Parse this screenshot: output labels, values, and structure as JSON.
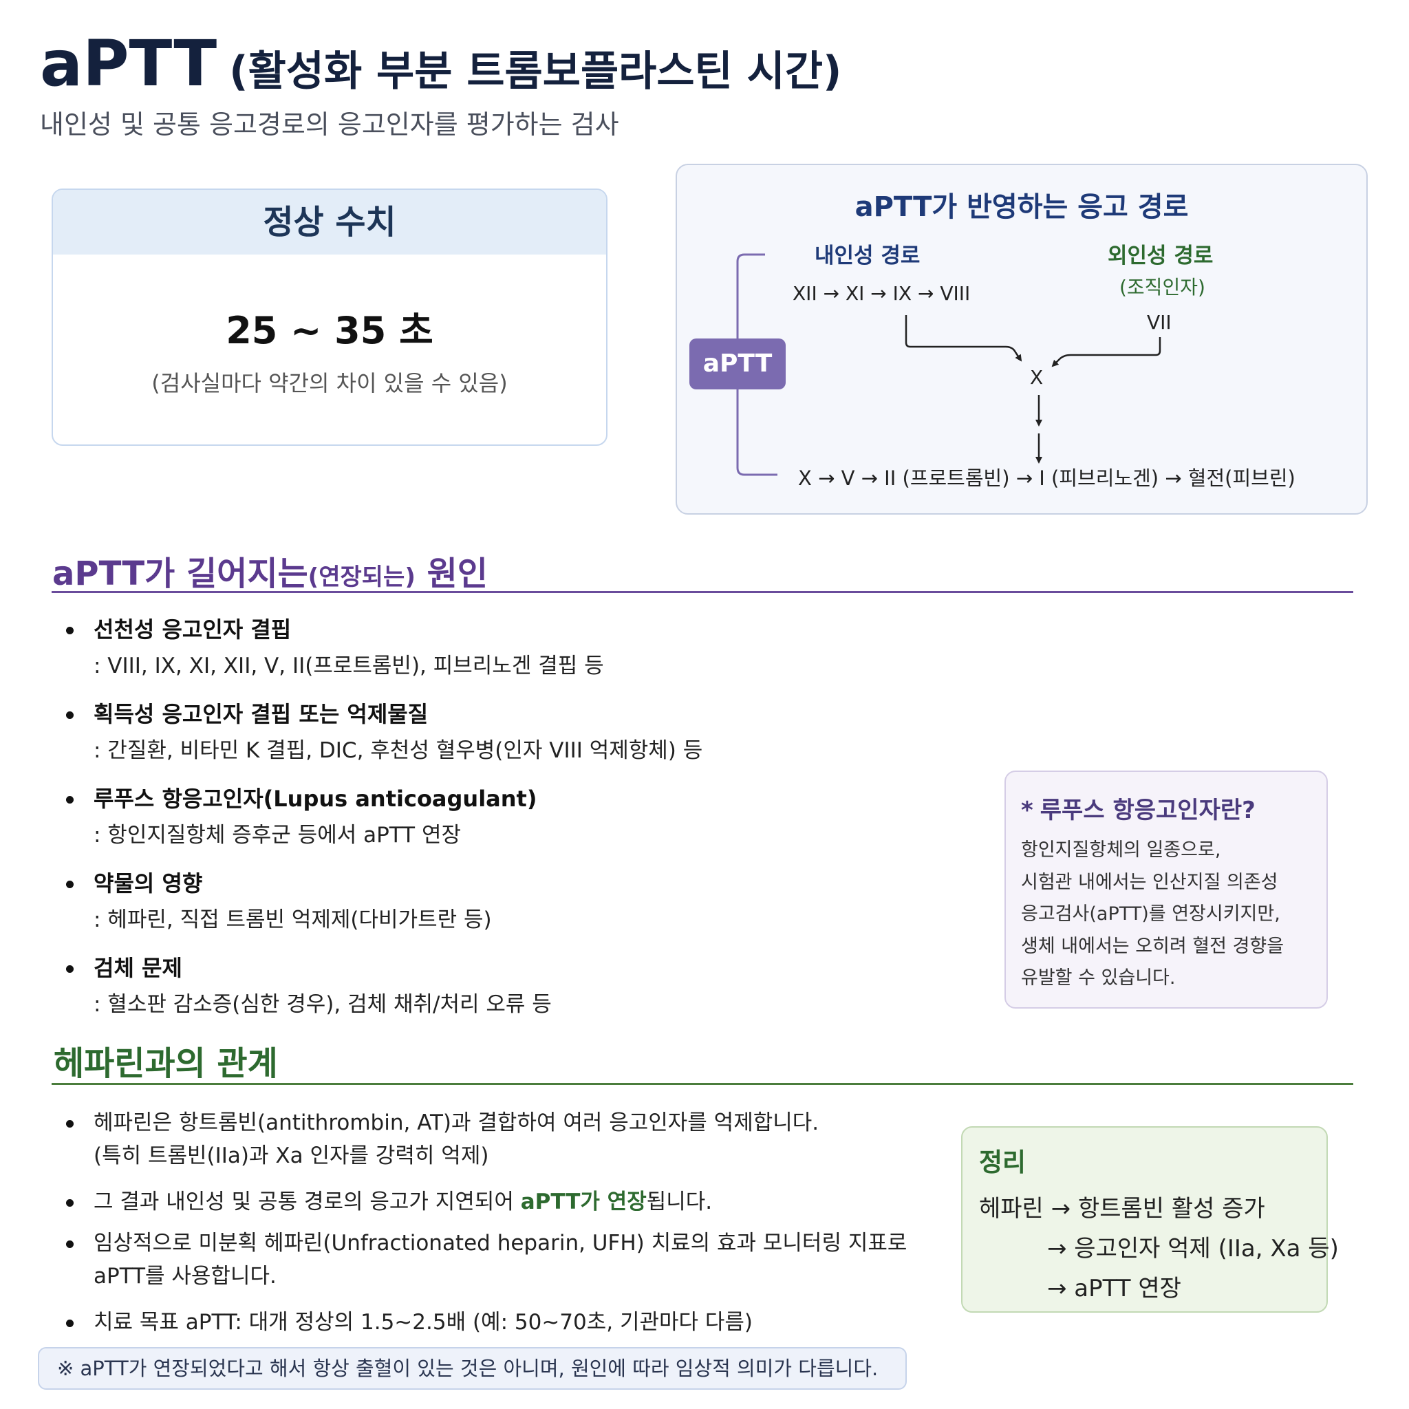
{
  "header": {
    "title_main": "aPTT",
    "title_sub": "(활성화 부분 트롬보플라스틴 시간)",
    "subtitle": "내인성 및 공통 응고경로의 응고인자를 평가하는 검사"
  },
  "normal_range": {
    "title": "정상 수치",
    "value": "25 ~ 35 초",
    "note": "(검사실마다 약간의 차이 있을 수 있음)"
  },
  "pathway": {
    "title": "aPTT가 반영하는 응고 경로",
    "intrinsic_label": "내인성 경로",
    "extrinsic_label": "외인성 경로",
    "extrinsic_sub": "(조직인자)",
    "intrinsic_chain": "XII → XI → IX → VIII",
    "extrinsic_factor": "VII",
    "convergence": "X",
    "common_chain": "X  → V → II (프로트롬빈)  → I (피브리노겐)  →  혈전(피브린)",
    "badge": "aPTT",
    "colors": {
      "intrinsic": "#1e3a78",
      "extrinsic": "#2d6a2f",
      "badge": "#7b6bb0"
    }
  },
  "causes": {
    "title_main": "aPTT가 길어지는",
    "title_paren": "(연장되는)",
    "title_end": "원인",
    "items": [
      {
        "heading": "선천성 응고인자 결핍",
        "detail": ": VIII, IX, XI, XII, V, II(프로트롬빈), 피브리노겐 결핍 등"
      },
      {
        "heading": "획득성 응고인자 결핍 또는 억제물질",
        "detail": ": 간질환, 비타민 K 결핍, DIC, 후천성 혈우병(인자 VIII 억제항체) 등"
      },
      {
        "heading": "루푸스 항응고인자(Lupus anticoagulant)",
        "detail": ": 항인지질항체 증후군 등에서 aPTT 연장"
      },
      {
        "heading": "약물의 영향",
        "detail": ": 헤파린, 직접 트롬빈 억제제(다비가트란 등)"
      },
      {
        "heading": "검체 문제",
        "detail": ": 혈소판 감소증(심한 경우), 검체 채취/처리 오류 등"
      }
    ]
  },
  "lupus_box": {
    "title": "루푸스 항응고인자란?",
    "lines": [
      "항인지질항체의 일종으로,",
      "시험관 내에서는 인산지질 의존성",
      "응고검사(aPTT)를 연장시키지만,",
      "생체 내에서는 오히려 혈전 경향을",
      "유발할 수 있습니다."
    ]
  },
  "heparin": {
    "title": "헤파린과의 관계",
    "item1_line1": "헤파린은 항트롬빈(antithrombin, AT)과 결합하여 여러 응고인자를 억제합니다.",
    "item1_line2": "(특히 트롬빈(IIa)과 Xa 인자를 강력히 억제)",
    "item2_pre": "그 결과 내인성 및 공통 경로의 응고가 지연되어 ",
    "item2_em": "aPTT가 연장",
    "item2_post": "됩니다.",
    "item3_line1": "임상적으로 미분획 헤파린(Unfractionated heparin, UFH) 치료의 효과 모니터링 지표로",
    "item3_line2": "aPTT를 사용합니다.",
    "item4": "치료 목표 aPTT: 대개 정상의 1.5~2.5배 (예: 50~70초, 기관마다 다름)"
  },
  "summary": {
    "title": "정리",
    "line1": "헤파린 → 항트롬빈 활성 증가",
    "line2": "→ 응고인자 억제 (IIa, Xa 등)",
    "line3": "→ aPTT 연장"
  },
  "footer": {
    "note": "※ aPTT가 연장되었다고 해서 항상 출혈이 있는 것은 아니며, 원인에 따라 임상적 의미가 다릅니다."
  }
}
